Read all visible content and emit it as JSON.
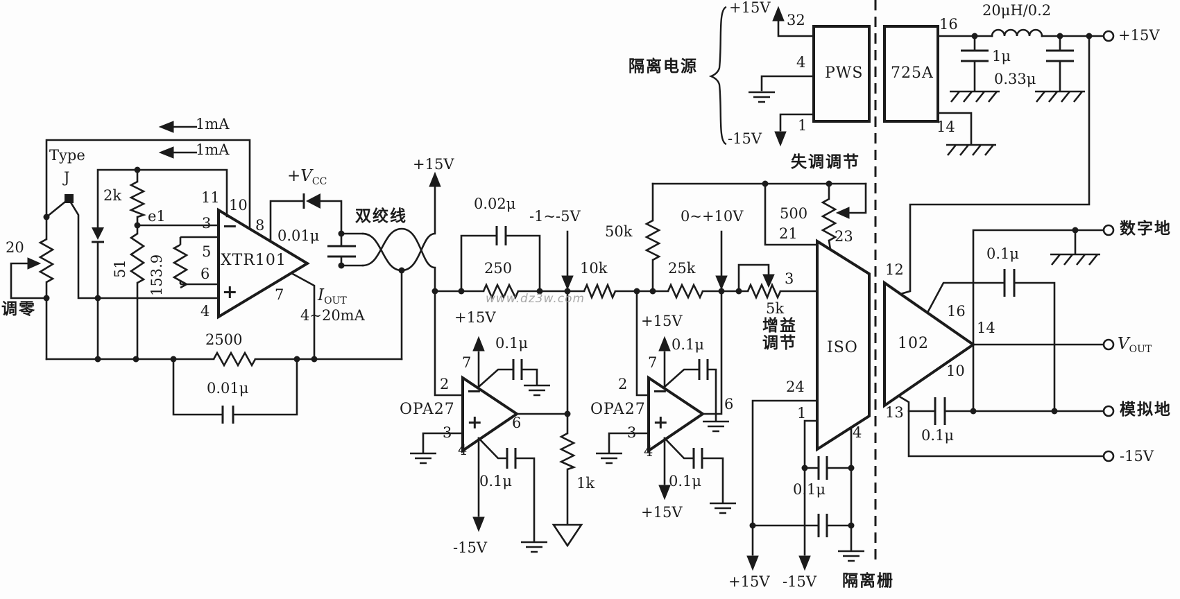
{
  "watermark": "www.dz3w.com",
  "left": {
    "ima1": "1mA",
    "ima2": "1mA",
    "type": "Type",
    "j": "J",
    "r2k": "2k",
    "e1": "e1",
    "r51": "51",
    "r153": "153.9",
    "pot20": "20",
    "zero": "调零",
    "r2500": "2500",
    "c001": "0.01μ"
  },
  "xtr": {
    "part": "XTR101",
    "p11": "11",
    "p10": "10",
    "p3": "3",
    "p8": "8",
    "p5": "5",
    "p6": "6",
    "p7": "7",
    "p4": "4",
    "minus": "−",
    "plus": "+",
    "vcc_v": "+V",
    "vcc_sub": "CC",
    "c001": "0.01μ",
    "iout_i": "I",
    "iout_sub": "OUT",
    "iout_range": "4~20mA"
  },
  "link": {
    "pair": "双绞线",
    "p15": "+15V"
  },
  "st1": {
    "c002": "0.02μ",
    "r250": "250",
    "vnode": "-1~-5V",
    "r10k": "10k",
    "r1k": "1k",
    "op": "OPA27",
    "p2": "2",
    "p3": "3",
    "p4": "4",
    "p6": "6",
    "p7": "7",
    "plus": "+",
    "minus": "−",
    "p15": "+15V",
    "c01a": "0.1μ",
    "c01b": "0.1μ",
    "m15": "-15V"
  },
  "st2": {
    "r50k": "50k",
    "r25k": "25k",
    "vnode": "0~+10V",
    "op": "OPA27",
    "p2": "2",
    "p3": "3",
    "p4": "4",
    "p6": "6",
    "p7": "7",
    "plus": "+",
    "minus": "−",
    "p15": "+15V",
    "c01a": "0.1μ",
    "c01b": "0.1μ",
    "p15b": "+15V"
  },
  "offset": {
    "title": "失调调节",
    "r500": "500",
    "p21": "21",
    "p23": "23"
  },
  "gain": {
    "r5k": "5k",
    "l1": "增益",
    "l2": "调节",
    "p3": "3"
  },
  "iso": {
    "part": "ISO",
    "p24": "24",
    "p1": "1",
    "p4": "4",
    "c01": "0.1μ",
    "p15": "+15V",
    "m15": "-15V",
    "barrier": "隔离栅"
  },
  "psu": {
    "title": "隔离电源",
    "p15": "+15V",
    "m15": "-15V",
    "p32": "32",
    "p4": "4",
    "p1": "1",
    "pws": "PWS",
    "reg": "725A",
    "p16": "16",
    "p14": "14",
    "ind": "20μH/0.2",
    "c1u": "1μ",
    "c033": "0.33μ",
    "p15out": "+15V"
  },
  "out": {
    "part": "102",
    "p12": "12",
    "p16": "16",
    "p14": "14",
    "p10": "10",
    "p13": "13",
    "c01a": "0.1μ",
    "c01b": "0.1μ",
    "dgnd": "数字地",
    "vout_v": "V",
    "vout_sub": "OUT",
    "agnd": "模拟地",
    "m15": "-15V"
  }
}
